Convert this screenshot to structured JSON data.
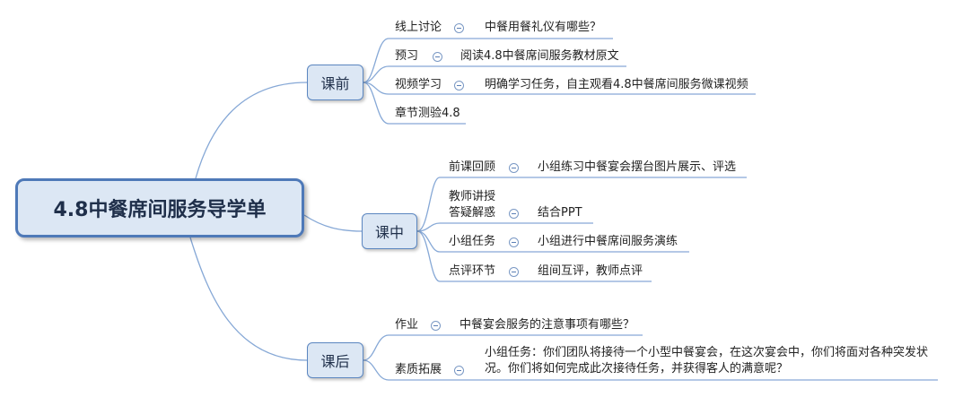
{
  "root": {
    "title": "4.8中餐席间服务导学单"
  },
  "branches": [
    {
      "label": "课前",
      "items": [
        {
          "label": "线上讨论",
          "detail": "中餐用餐礼仪有哪些？"
        },
        {
          "label": "预习",
          "detail": "阅读4.8中餐席间服务教材原文"
        },
        {
          "label": "视频学习",
          "detail": "明确学习任务，自主观看4.8中餐席间服务微课视频"
        },
        {
          "label": "章节测验4.8",
          "detail": ""
        }
      ]
    },
    {
      "label": "课中",
      "items": [
        {
          "label": "前课回顾",
          "detail": "小组练习中餐宴会摆台图片展示、评选"
        },
        {
          "label_lines": [
            "教师讲授",
            "答疑解惑"
          ],
          "detail": "结合PPT"
        },
        {
          "label": "小组任务",
          "detail": "小组进行中餐席间服务演练"
        },
        {
          "label": "点评环节",
          "detail": "组间互评，教师点评"
        }
      ]
    },
    {
      "label": "课后",
      "items": [
        {
          "label": "作业",
          "detail": "中餐宴会服务的注意事项有哪些？"
        },
        {
          "label": "素质拓展",
          "detail_lines": [
            "小组任务：你们团队将接待一个小型中餐宴会，在这次宴会中，你们将面对各种突发状",
            "况。你们将如何完成此次接待任务，并获得客人的满意呢？"
          ]
        }
      ]
    }
  ]
}
